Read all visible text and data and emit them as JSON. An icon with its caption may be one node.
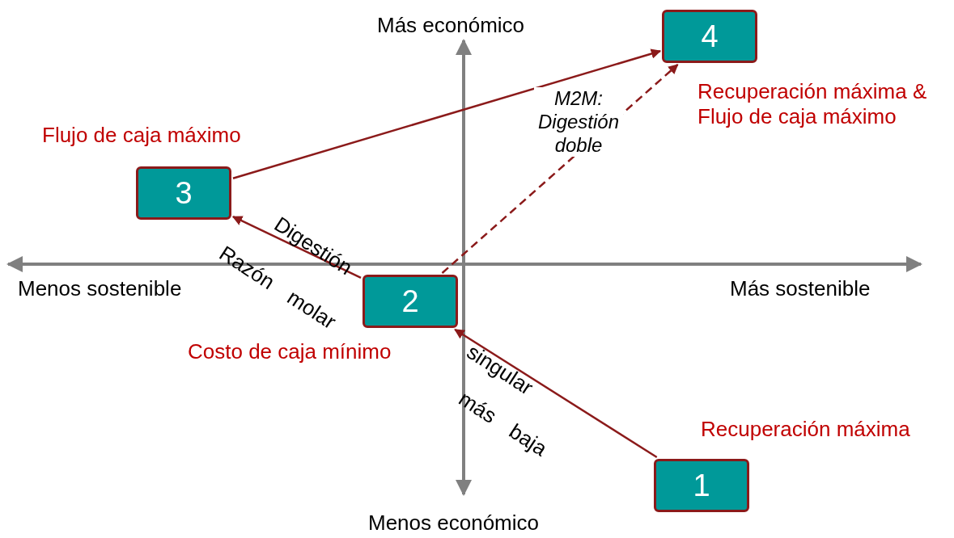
{
  "diagram": {
    "nodes": [
      {
        "text": [
          "4"
        ],
        "beside": [
          "Recuperación máxima & Flujo de caja máximo"
        ]
      },
      {
        "text": [
          "3"
        ],
        "beside": [
          "Flujo de caja máximo"
        ]
      },
      {
        "text": [
          "2"
        ],
        "beside": [
          "Costo de caja mínimo"
        ]
      },
      {
        "text": [
          "1"
        ],
        "beside": [
          "Recuperación máxima"
        ]
      }
    ],
    "edges": [
      {
        "from": 1,
        "to": 0,
        "arrow": "to"
      },
      {
        "from": 2,
        "to": 0,
        "arrow": "to",
        "style": "dashed",
        "label": "M2M: Digestión doble"
      },
      {
        "from": 2,
        "to": 1,
        "arrow": "to"
      },
      {
        "from": 3,
        "to": 2,
        "arrow": "to"
      }
    ],
    "labels": [
      "Más económico",
      "Digestión",
      "Razón molar",
      "Menos sostenible",
      "Más sostenible",
      "singular",
      "más baja",
      "Menos económico"
    ]
  }
}
